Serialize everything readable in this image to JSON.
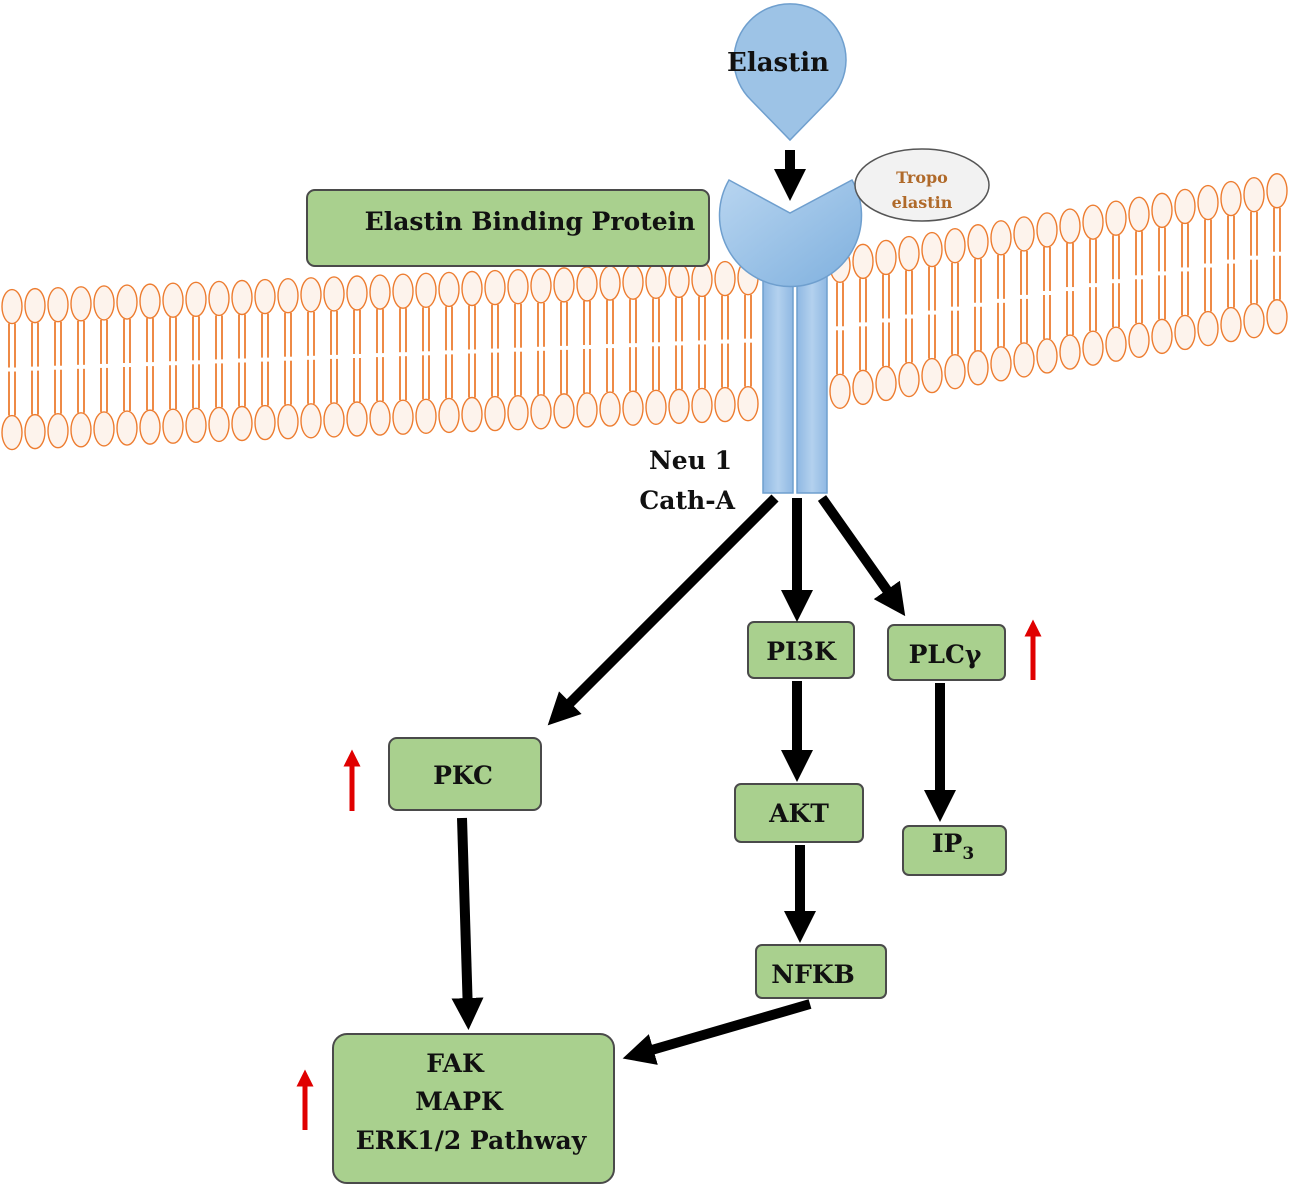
{
  "ligand": {
    "label": "Elastin"
  },
  "tropoelastin": {
    "line1": "Tropo",
    "line2": "elastin"
  },
  "receptor": {
    "label": "Elastin Binding Protein",
    "subunit1": "Neu 1",
    "subunit2": "Cath-A"
  },
  "nodes": {
    "pi3k": "PI3K",
    "plcg": "PLCγ",
    "pkc": "PKC",
    "akt": "AKT",
    "ip3_base": "IP",
    "ip3_sub": "3",
    "nfkb": "NFKB",
    "fak": "FAK",
    "mapk": "MAPK",
    "erk": "ERK1/2 Pathway"
  },
  "upregulated": [
    "PLCγ",
    "PKC",
    "FAK / MAPK / ERK1/2 Pathway"
  ],
  "colors": {
    "node_fill": "#a9d08e",
    "receptor_fill": "#9dc3e6",
    "membrane_stroke": "#ed7d31",
    "membrane_fill": "#fdf3ec",
    "up_arrow": "#e00000",
    "flow_arrow": "#000000",
    "tropo_text": "#b06a2a"
  }
}
